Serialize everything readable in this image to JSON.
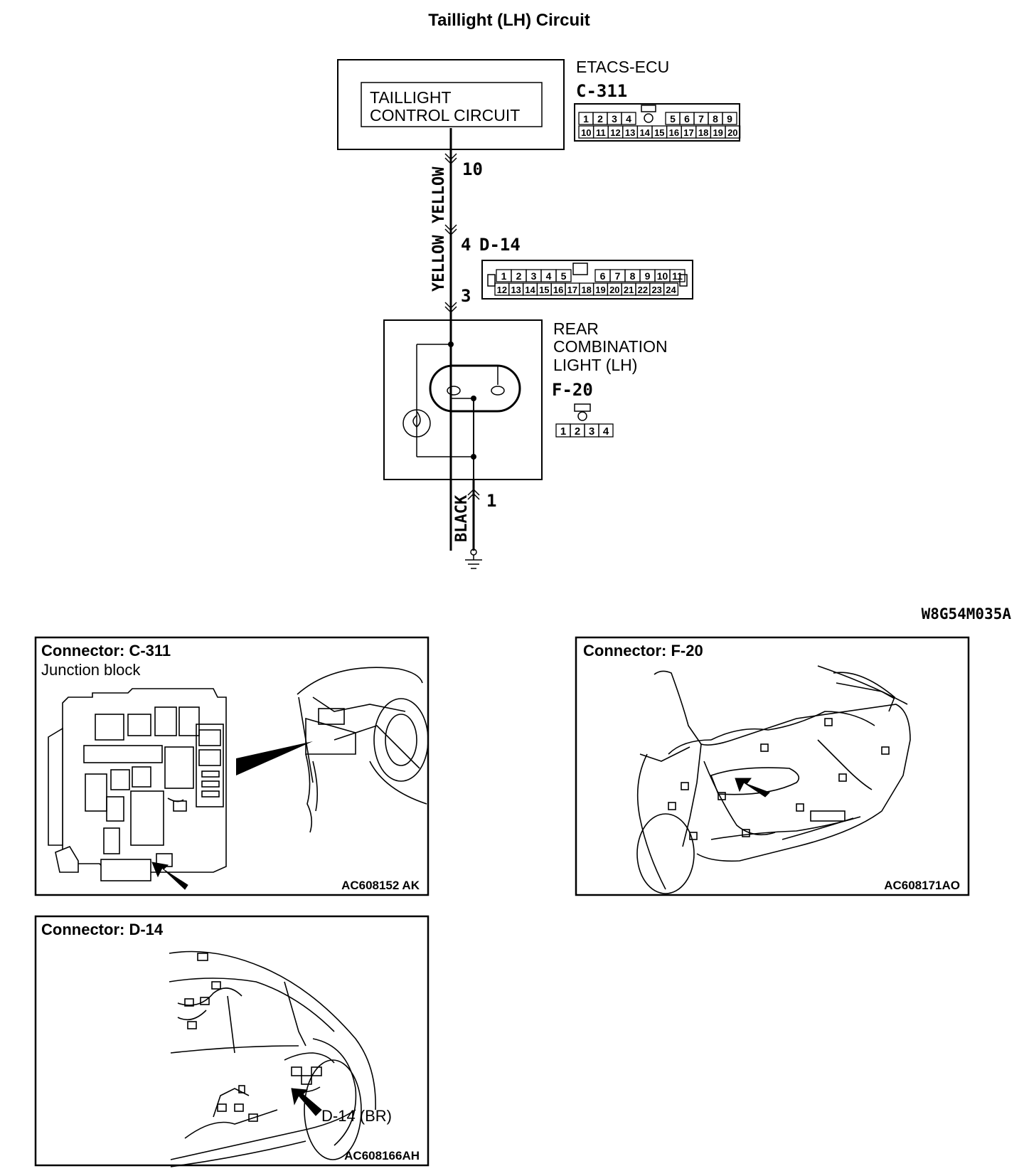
{
  "title": "Taillight (LH) Circuit",
  "figure_id": "W8G54M035A",
  "ecu": {
    "name": "ETACS-ECU",
    "connector": "C-311",
    "inner_line1": "TAILLIGHT",
    "inner_line2": "CONTROL CIRCUIT",
    "pins_top": [
      "1",
      "2",
      "3",
      "4",
      "5",
      "6",
      "7",
      "8",
      "9"
    ],
    "pins_bottom": [
      "10",
      "11",
      "12",
      "13",
      "14",
      "15",
      "16",
      "17",
      "18",
      "19",
      "20"
    ]
  },
  "wires": {
    "yellow_upper": "YELLOW",
    "yellow_lower": "YELLOW",
    "black": "BLACK",
    "pin_ecu": "10",
    "pin_d14_in": "4",
    "pin_d14_out": "3",
    "pin_ground": "1"
  },
  "d14": {
    "connector": "D-14",
    "pins_top": [
      "1",
      "2",
      "3",
      "4",
      "5",
      "6",
      "7",
      "8",
      "9",
      "10",
      "11"
    ],
    "pins_bottom": [
      "12",
      "13",
      "14",
      "15",
      "16",
      "17",
      "18",
      "19",
      "20",
      "21",
      "22",
      "23",
      "24"
    ]
  },
  "rear_light": {
    "line1": "REAR",
    "line2": "COMBINATION",
    "line3": "LIGHT  (LH)",
    "connector": "F-20",
    "pins": [
      "1",
      "2",
      "3",
      "4"
    ]
  },
  "panels": {
    "c311": {
      "title": "Connector: C-311",
      "subtitle": "Junction block",
      "code": "AC608152 AK"
    },
    "f20": {
      "title": "Connector: F-20",
      "code": "AC608171AO"
    },
    "d14": {
      "title": "Connector: D-14",
      "callout": "D-14 (BR)",
      "code": "AC608166AH"
    }
  }
}
